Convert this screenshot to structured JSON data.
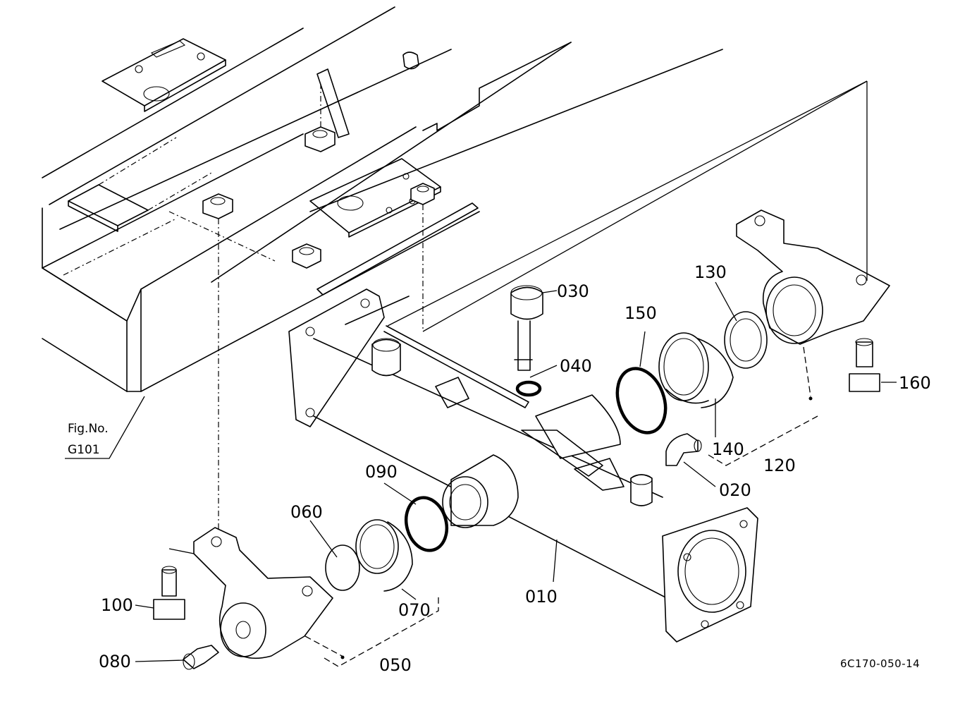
{
  "figure_ref": {
    "line1": "Fig.No.",
    "line2": "G101"
  },
  "drawing_number": "6C170-050-14",
  "parts": {
    "p010": "010",
    "p020": "020",
    "p030": "030",
    "p040": "040",
    "p050": "050",
    "p060": "060",
    "p070": "070",
    "p080": "080",
    "p090": "090",
    "p100": "100",
    "p120": "120",
    "p130": "130",
    "p140": "140",
    "p150": "150",
    "p160": "160"
  }
}
